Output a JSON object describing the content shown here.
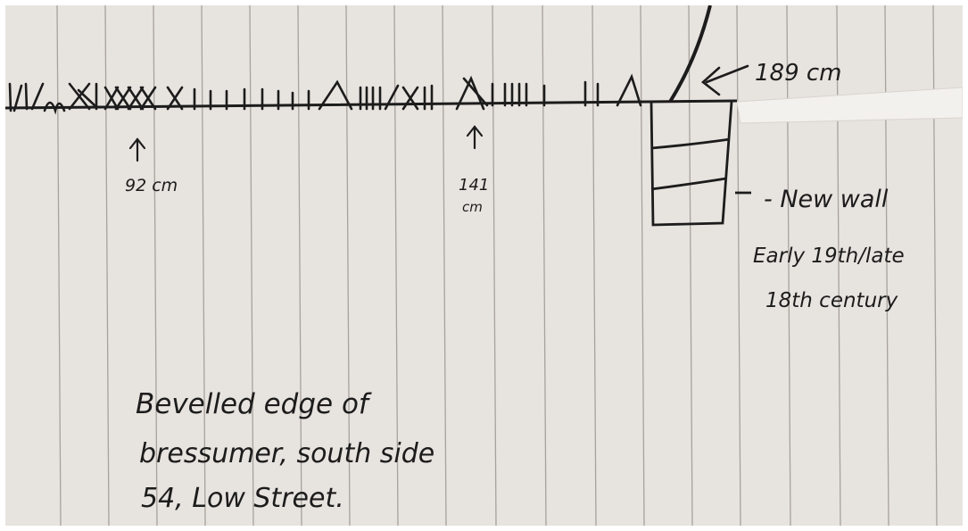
{
  "image": {
    "kind": "handwritten notebook sketch photo",
    "paper_color": "#e7e3df",
    "rule_color": "#a8a29c",
    "ink_color": "#1c1c1c",
    "mark_sequence": "|/|/ ^ X X X X X X | | | | | | | /\\ |||| / X || /\\ X |||| | | /\\"
  },
  "annotations": {
    "mark_92": "92 cm",
    "mark_141_line1": "141",
    "mark_141_line2": "cm",
    "mark_189": "189 cm",
    "wall_label": "- New wall",
    "wall_date_line1": "Early 19th/late",
    "wall_date_line2": "18th century"
  },
  "caption": {
    "line1": "Bevelled edge of",
    "line2": "bressumer, south side",
    "line3": "54, Low Street."
  }
}
